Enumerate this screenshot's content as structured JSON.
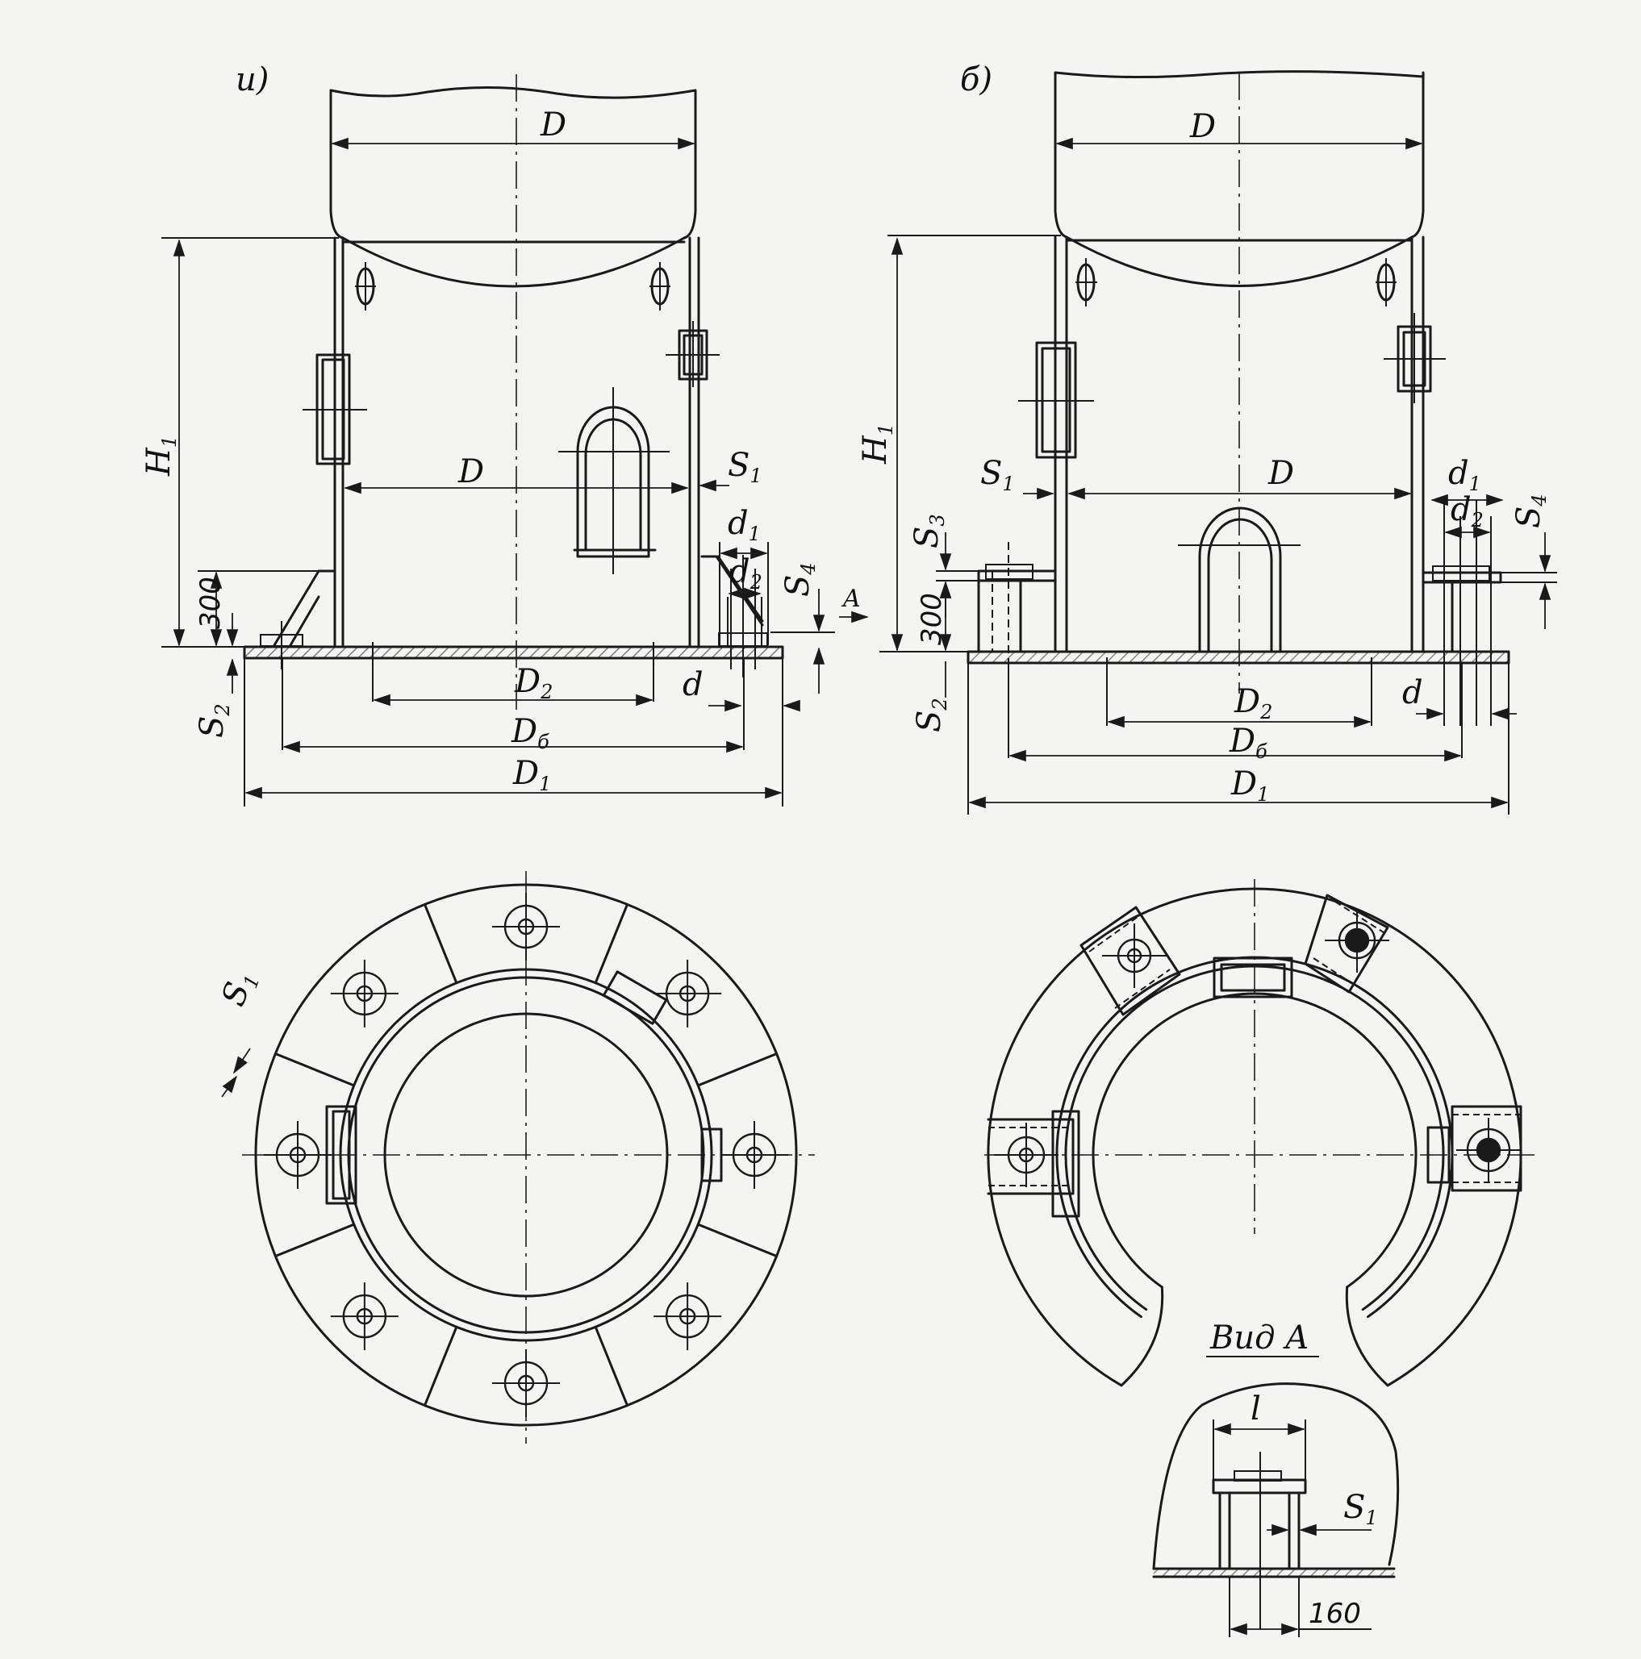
{
  "labels": {
    "view_a_letter": "и)",
    "view_b_letter": "б)",
    "D": "D",
    "H": "H",
    "H_sub": "1",
    "S": "S",
    "S1_sub": "1",
    "S2_sub": "2",
    "S3_sub": "3",
    "S4_sub": "4",
    "d": "d",
    "d1_sub": "1",
    "d2_sub": "2",
    "D2_sub": "2",
    "D6_sub": "б",
    "D1_sub": "1",
    "dim_300": "300",
    "arrow_A": "A",
    "view_title": "Вид A",
    "l": "l",
    "dim_160": "160"
  }
}
